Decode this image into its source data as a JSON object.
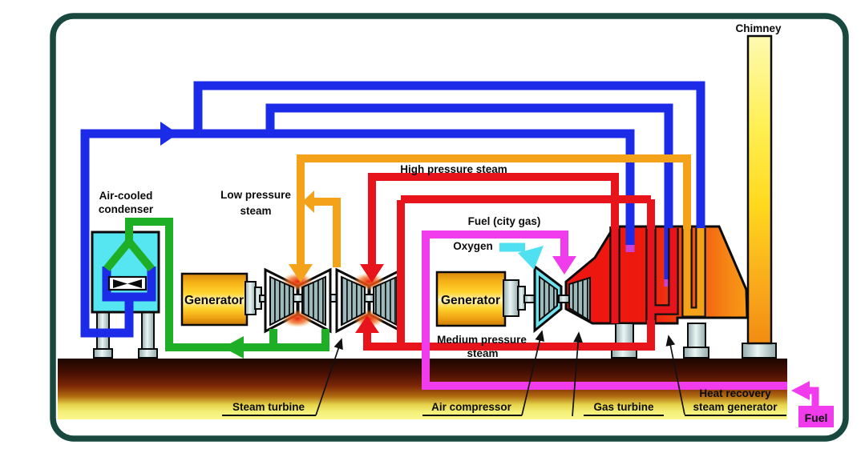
{
  "title": "Combined cycle power plant diagram",
  "labels": {
    "chimney": "Chimney",
    "condenser_line1": "Air-cooled",
    "condenser_line2": "condenser",
    "low_pressure_line1": "Low pressure",
    "low_pressure_line2": "steam",
    "high_pressure": "High pressure steam",
    "fuel_city_gas": "Fuel (city gas)",
    "oxygen": "Oxygen",
    "generator_left": "Generator",
    "generator_right": "Generator",
    "medium_pressure_line1": "Medium pressure",
    "medium_pressure_line2": "steam",
    "steam_turbine": "Steam turbine",
    "air_compressor": "Air compressor",
    "gas_turbine": "Gas turbine",
    "hrsg_line1": "Heat recovery",
    "hrsg_line2": "steam generator",
    "fuel_box": "Fuel"
  },
  "colors": {
    "pipe_blue": "#1B2BE8",
    "pipe_green": "#1FAF27",
    "pipe_orange": "#F5A21B",
    "pipe_red": "#E8141B",
    "pipe_magenta": "#F03CEC",
    "oxygen_cyan": "#4FE0F2",
    "condenser_cyan": "#55E6F2",
    "compressor_cyan": "#6FE4F0",
    "border_green": "#19493E",
    "hrsg_red": "#EE1511",
    "hrsg_orange": "#F89E1A",
    "generator_gold": "#FFD42E",
    "chimney_yellow": "#FDF7A6",
    "ground_dark_brown": "#1C0600",
    "ground_yellow": "#FAF88E",
    "blue_tip_magenta": "#C840D8",
    "fuel_box_magenta": "#F03CEC"
  }
}
